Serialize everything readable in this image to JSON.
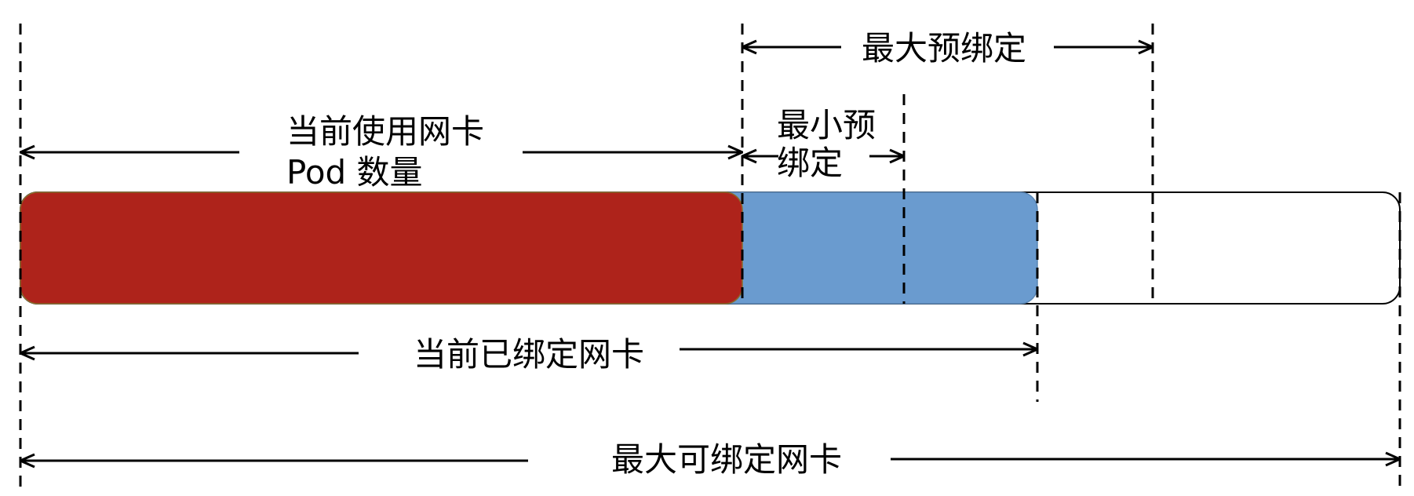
{
  "labels": {
    "max_prebind": "最大预绑定",
    "min_prebind_line1": "最小预",
    "min_prebind_line2": "绑定",
    "current_in_use_line1": "当前使用网卡",
    "current_in_use_line2": "Pod 数量",
    "currently_bound": "当前已绑定网卡",
    "max_bindable": "最大可绑定网卡"
  },
  "colors": {
    "in_use_segment": "#AE231B",
    "bound_segment": "#6A9BCF",
    "free_segment": "#FFFFFF",
    "lines": "#000000"
  }
}
